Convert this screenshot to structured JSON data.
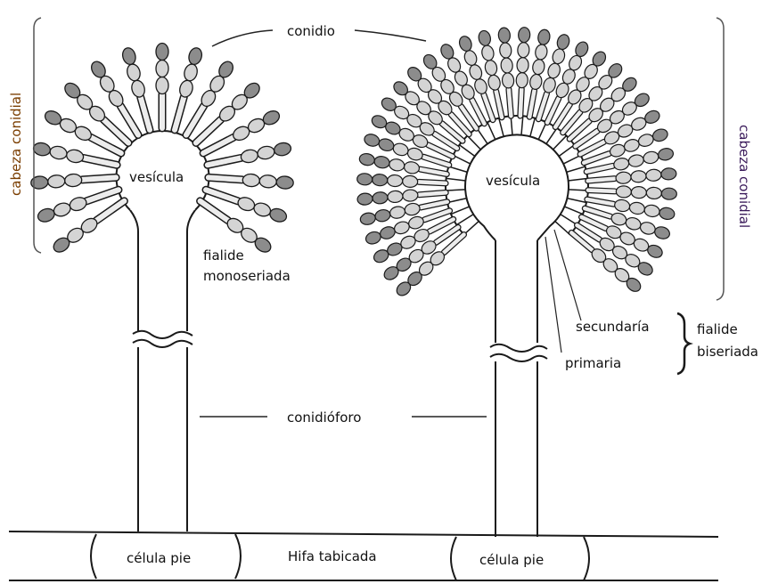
{
  "labels": {
    "conidio": "conidio",
    "cabeza_left": "cabeza conidial",
    "cabeza_right": "cabeza conidial",
    "vesicula_left": "vesícula",
    "vesicula_right": "vesícula",
    "fialide_line1": "fialide",
    "fialide_line2": "monoseriada",
    "secundaria": "secundaría",
    "primaria": "primaria",
    "biseriada_line1": "fialide",
    "biseriada_line2": "biseriada",
    "conidioforo": "conidióforo",
    "celula_pie_left": "célula pie",
    "hifa": "Hifa tabicada",
    "celula_pie_right": "célula pie"
  },
  "colors": {
    "ink": "#1a1a1a",
    "conidium_light": "#d4d4d4",
    "conidium_dark": "#8c8c8c",
    "phialide": "#ececec",
    "label_side": "#7a3d00"
  }
}
